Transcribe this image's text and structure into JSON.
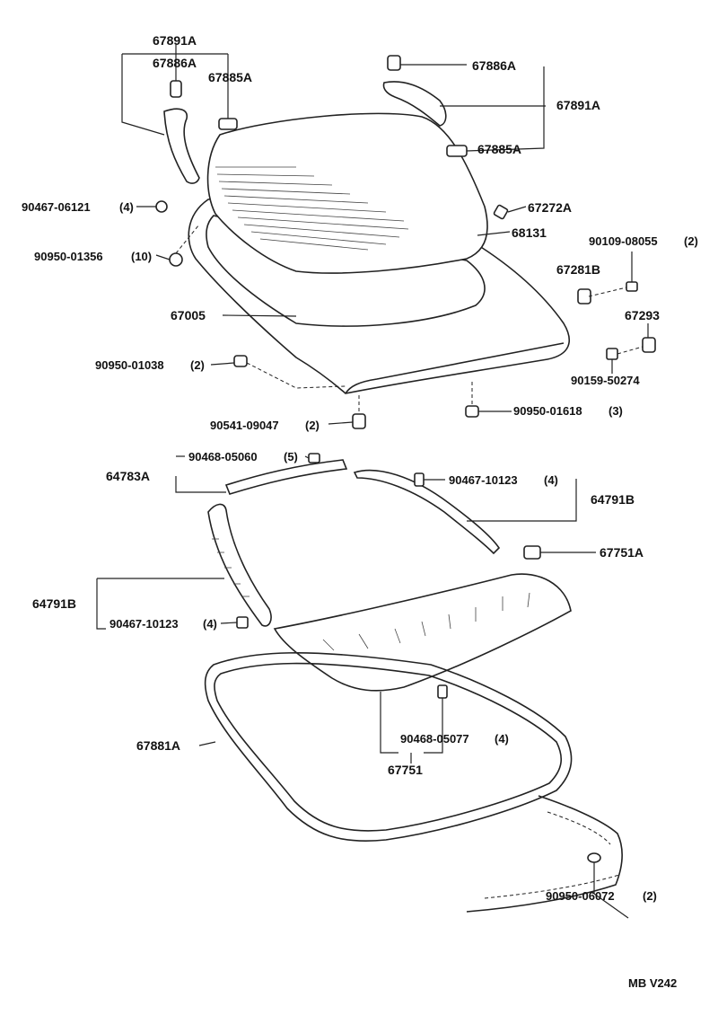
{
  "diagram_code": "MB V242",
  "labels": {
    "p67891A_left": "67891A",
    "p67886A_left": "67886A",
    "p67885A_left": "67885A",
    "p67886A_right": "67886A",
    "p67891A_right": "67891A",
    "p67885A_right": "67885A",
    "p90467_06121": "90467-06121",
    "p90467_06121_qty": "(4)",
    "p67272A": "67272A",
    "p68131": "68131",
    "p90950_01356": "90950-01356",
    "p90950_01356_qty": "(10)",
    "p90109_08055": "90109-08055",
    "p90109_08055_qty": "(2)",
    "p67281B": "67281B",
    "p67005": "67005",
    "p67293": "67293",
    "p90950_01038": "90950-01038",
    "p90950_01038_qty": "(2)",
    "p90159_50274": "90159-50274",
    "p90541_09047": "90541-09047",
    "p90541_09047_qty": "(2)",
    "p90950_01618": "90950-01618",
    "p90950_01618_qty": "(3)",
    "p90468_05060": "90468-05060",
    "p90468_05060_qty": "(5)",
    "p64783A": "64783A",
    "p90467_10123_top": "90467-10123",
    "p90467_10123_top_qty": "(4)",
    "p64791B_right": "64791B",
    "p67751A": "67751A",
    "p64791B_left": "64791B",
    "p90467_10123_left": "90467-10123",
    "p90467_10123_left_qty": "(4)",
    "p90468_05077": "90468-05077",
    "p90468_05077_qty": "(4)",
    "p67751": "67751",
    "p67881A": "67881A",
    "p90950_06072": "90950-06072",
    "p90950_06072_qty": "(2)"
  }
}
